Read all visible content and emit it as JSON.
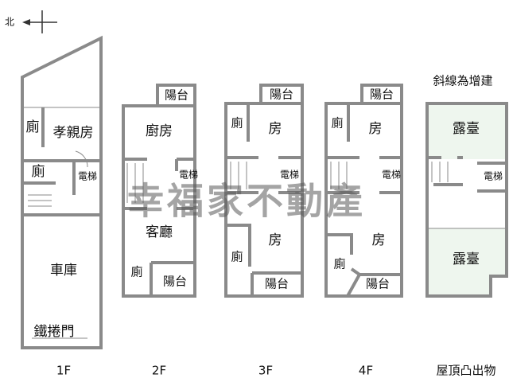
{
  "compass": {
    "north_label": "北"
  },
  "legend_note": "斜線為增建",
  "watermark": "幸福家不動產",
  "colors": {
    "wall": "#8a8a8a",
    "addition_fill": "#eef6ee"
  },
  "floors": {
    "f1": {
      "label": "1F",
      "rooms": {
        "parent_room": "孝親房",
        "toilet_a": "廁",
        "toilet_b": "廁",
        "elevator": "電梯",
        "garage": "車庫",
        "rolling_door": "鐵捲門"
      }
    },
    "f2": {
      "label": "2F",
      "rooms": {
        "balcony_top": "陽台",
        "kitchen": "廚房",
        "elevator": "電梯",
        "living_room": "客廳",
        "toilet": "廁",
        "balcony_bottom": "陽台"
      }
    },
    "f3": {
      "label": "3F",
      "rooms": {
        "balcony_top": "陽台",
        "toilet_a": "廁",
        "room_a": "房",
        "elevator": "電梯",
        "room_b": "房",
        "toilet_b": "廁",
        "balcony_bottom": "陽台"
      }
    },
    "f4": {
      "label": "4F",
      "rooms": {
        "balcony_top": "陽台",
        "toilet_a": "廁",
        "room_a": "房",
        "elevator": "電梯",
        "room_b": "房",
        "toilet_b": "廁",
        "balcony_bottom": "陽台"
      }
    },
    "roof": {
      "label": "屋頂凸出物",
      "rooms": {
        "terrace_a": "露臺",
        "elevator": "電梯",
        "terrace_b": "露臺"
      }
    }
  }
}
